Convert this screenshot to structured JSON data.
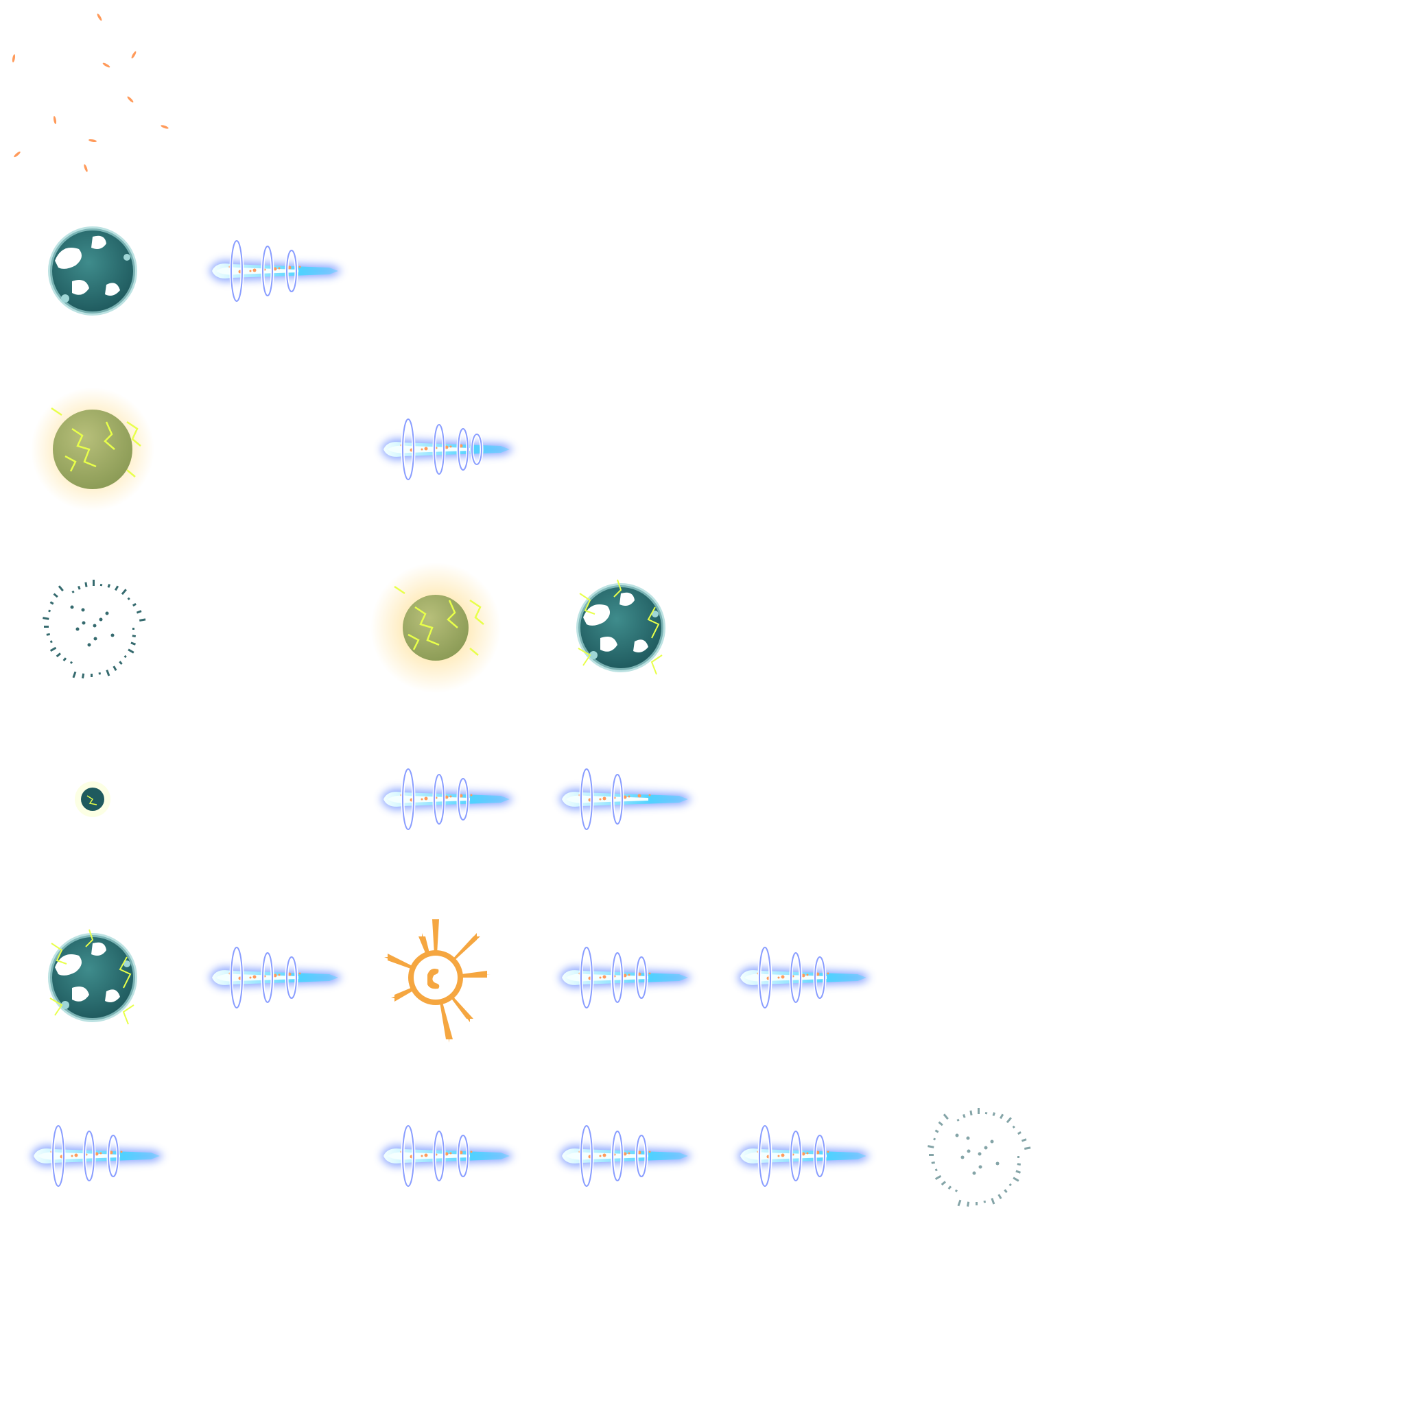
{
  "sheet": {
    "background": "#ffffff",
    "sprites": [
      {
        "type": "spark-particles",
        "icon": "orange-spark-particles-icon"
      },
      {
        "type": "teal-orb-breaking",
        "icon": "breaking-teal-orb-icon"
      },
      {
        "type": "blue-beam",
        "icon": "blue-energy-beam-icon",
        "rings": 3
      },
      {
        "type": "yellow-orb-lightning",
        "icon": "yellow-lightning-orb-icon"
      },
      {
        "type": "blue-beam",
        "icon": "blue-energy-beam-icon",
        "rings": 4
      },
      {
        "type": "teal-dust-ring",
        "icon": "teal-dust-ring-icon"
      },
      {
        "type": "small-glow-orb",
        "icon": "glowing-yellow-orb-icon"
      },
      {
        "type": "teal-orb-lightning",
        "icon": "teal-lightning-orb-icon"
      },
      {
        "type": "tiny-orb",
        "icon": "tiny-teal-orb-icon"
      },
      {
        "type": "blue-beam",
        "icon": "blue-energy-beam-icon",
        "rings": 3
      },
      {
        "type": "blue-beam",
        "icon": "blue-energy-beam-icon",
        "rings": 2
      },
      {
        "type": "teal-orb-breaking-lightning",
        "icon": "breaking-lightning-orb-icon"
      },
      {
        "type": "blue-beam",
        "icon": "blue-energy-beam-icon",
        "rings": 3
      },
      {
        "type": "orange-burst",
        "icon": "orange-burst-explosion-icon"
      },
      {
        "type": "blue-beam",
        "icon": "blue-energy-beam-icon",
        "rings": 3
      },
      {
        "type": "blue-beam",
        "icon": "blue-energy-beam-icon",
        "rings": 3
      },
      {
        "type": "blue-beam",
        "icon": "blue-energy-beam-icon",
        "rings": 3
      },
      {
        "type": "blue-beam",
        "icon": "blue-energy-beam-icon",
        "rings": 3
      },
      {
        "type": "blue-beam",
        "icon": "blue-energy-beam-icon",
        "rings": 3
      },
      {
        "type": "blue-beam",
        "icon": "blue-energy-beam-icon",
        "rings": 3
      },
      {
        "type": "teal-dust-ring",
        "icon": "faint-teal-dust-icon"
      }
    ]
  },
  "colors": {
    "teal_dark": "#1f5a5e",
    "teal_mid": "#3f8c8c",
    "teal_light": "#9fd6d6",
    "beam_core": "#f4ffff",
    "beam_cyan": "#4fd2ff",
    "beam_blue": "#3a5cff",
    "beam_glow": "#7f9cff",
    "ring": "#ffffff",
    "ember": "#ff9a5a",
    "lightning": "#e8ff4a",
    "orb_olive": "#8a9a55",
    "orb_glow": "#ffcf5a",
    "burst_orange": "#f5a640"
  }
}
